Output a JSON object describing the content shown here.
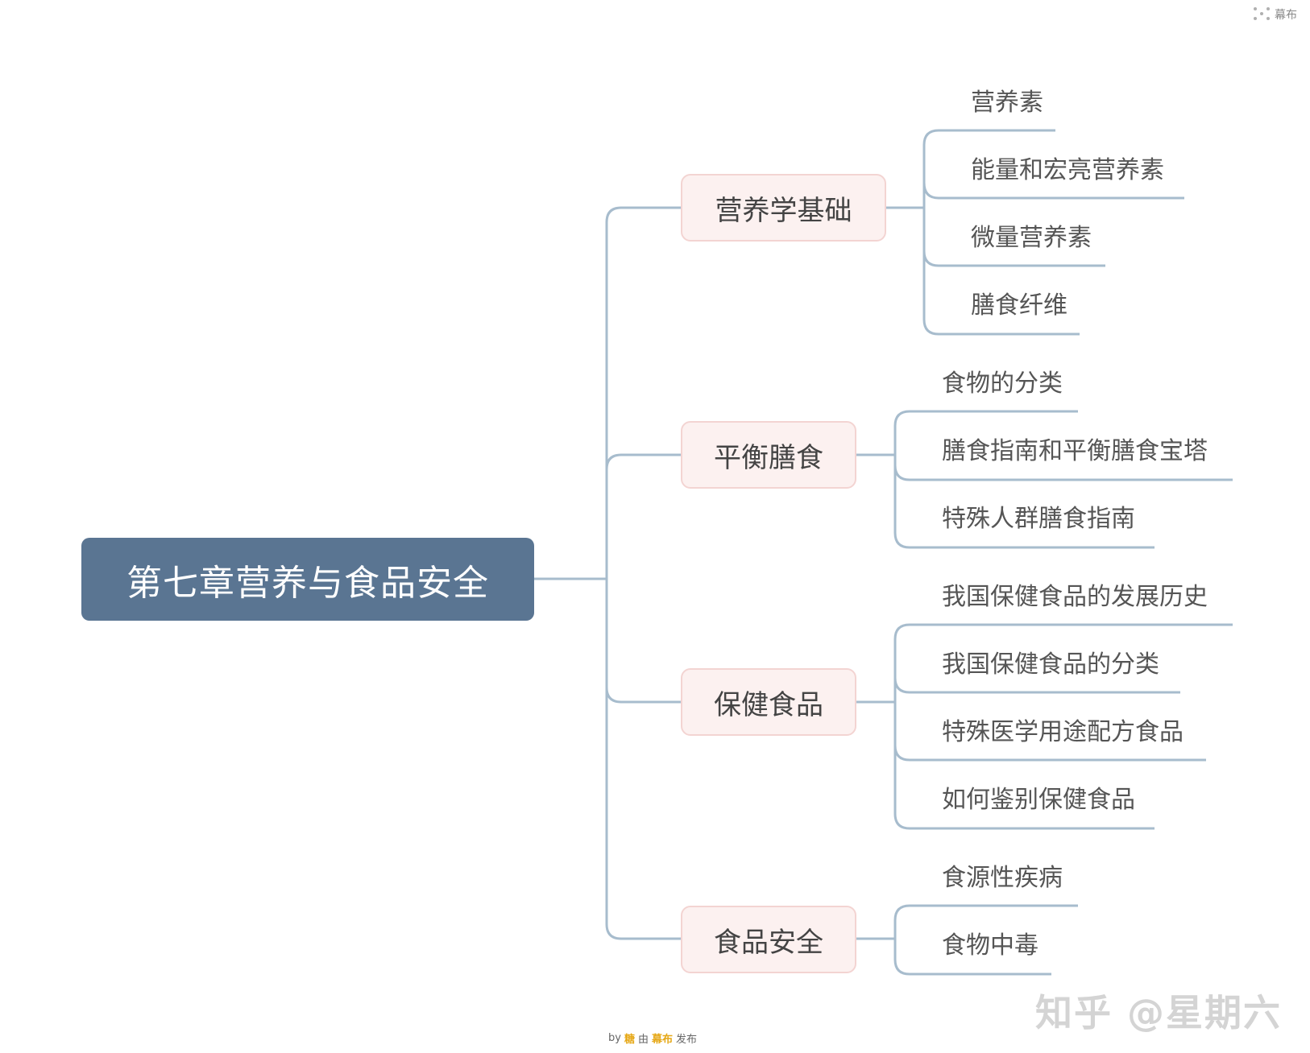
{
  "brand": {
    "name": "幕布"
  },
  "root": {
    "label": "第七章营养与食品安全"
  },
  "topics": [
    {
      "label": "营养学基础",
      "children": [
        "营养素",
        "能量和宏亮营养素",
        "微量营养素",
        "膳食纤维"
      ]
    },
    {
      "label": "平衡膳食",
      "children": [
        "食物的分类",
        "膳食指南和平衡膳食宝塔",
        "特殊人群膳食指南"
      ]
    },
    {
      "label": "保健食品",
      "children": [
        "我国保健食品的发展历史",
        "我国保健食品的分类",
        "特殊医学用途配方食品",
        "如何鉴别保健食品"
      ]
    },
    {
      "label": "食品安全",
      "children": [
        "食源性疾病",
        "食物中毒"
      ]
    }
  ],
  "footer": {
    "by": "by",
    "author": "糖",
    "via": "由",
    "platform": "幕布",
    "publish": "发布"
  },
  "watermark": "知乎 @星期六",
  "colors": {
    "root_bg": "#5a7592",
    "topic_bg": "#fcf1f0",
    "topic_border": "#f3d4d2",
    "line": "#a7bccd"
  }
}
